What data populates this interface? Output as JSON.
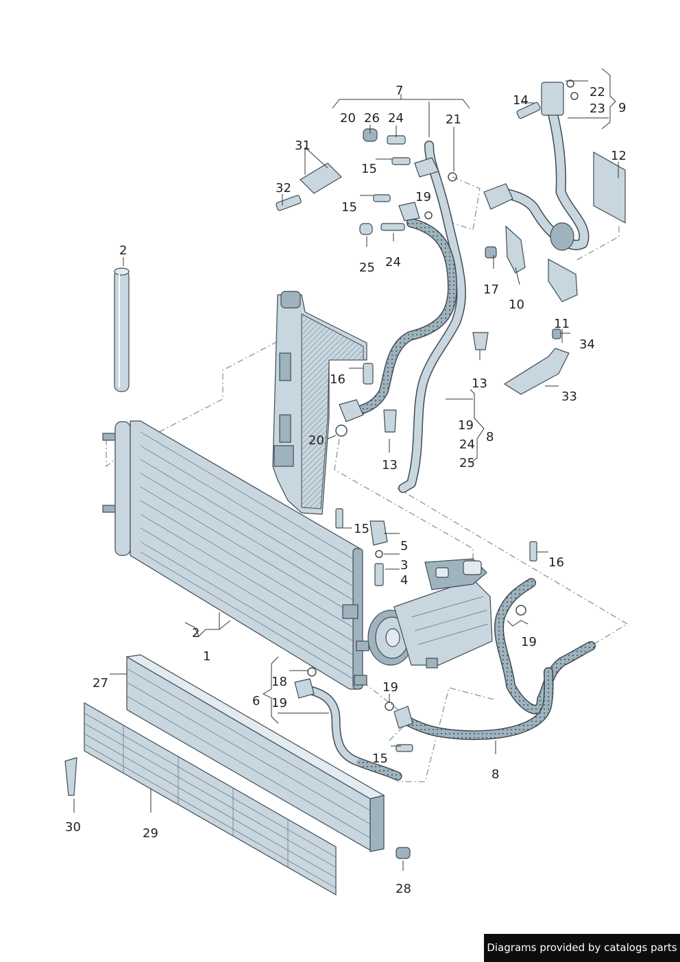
{
  "callouts": {
    "c7": "7",
    "c20a": "20",
    "c26": "26",
    "c24a": "24",
    "c21": "21",
    "c14": "14",
    "c22": "22",
    "c23": "23",
    "c9": "9",
    "c12": "12",
    "c31": "31",
    "c32": "32",
    "c15a": "15",
    "c15b": "15",
    "c19a": "19",
    "c25a": "25",
    "c24b": "24",
    "c17": "17",
    "c10": "10",
    "c2a": "2",
    "c11": "11",
    "c34": "34",
    "c16a": "16",
    "c13a": "13",
    "c33": "33",
    "c20b": "20",
    "c19b": "19",
    "c24c": "24",
    "c8a": "8",
    "c25b": "25",
    "c13b": "13",
    "c15c": "15",
    "c5": "5",
    "c3": "3",
    "c4": "4",
    "c16b": "16",
    "c19c": "19",
    "c2b": "2",
    "c1": "1",
    "c27": "27",
    "c18": "18",
    "c6": "6",
    "c19d": "19",
    "c19e": "19",
    "c15d": "15",
    "c8b": "8",
    "c30": "30",
    "c29": "29",
    "c28": "28"
  },
  "footer": {
    "text": "Diagrams provided by catalogs parts"
  },
  "colors": {
    "part": "#c7d6df",
    "outline": "#3f4a52",
    "dash": "#7e97a7",
    "footer_bg": "#0d0d0d"
  }
}
